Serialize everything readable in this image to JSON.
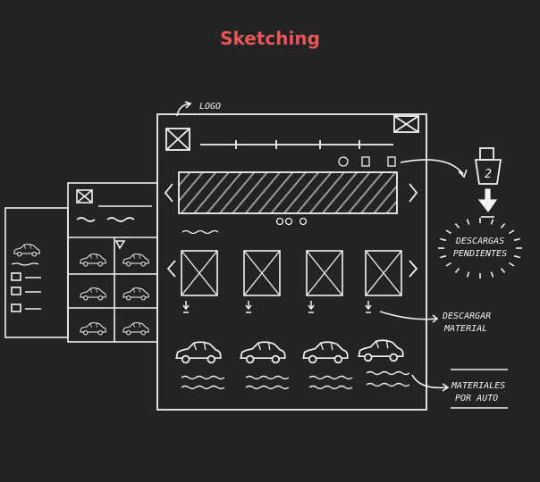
{
  "title": "Sketching",
  "colors": {
    "background": "#232323",
    "title": "#e8555a",
    "ink": "#f2f2f2",
    "hatch": "#9a9a9a"
  },
  "annotations": {
    "logo": "LOGO",
    "downloads_line1": "DESCARGAS",
    "downloads_line2": "PENDIENTES",
    "download_badge": "2",
    "download_material_line1": "DESCARGAR",
    "download_material_line2": "MATERIAL",
    "materials_line1": "MATERIALES",
    "materials_line2": "POR AUTO"
  },
  "icons": [
    "logo-placeholder-icon",
    "download-box-icon",
    "download-arrow-icon",
    "car-icon",
    "folder-icon",
    "chevron-left-icon",
    "chevron-right-icon"
  ]
}
